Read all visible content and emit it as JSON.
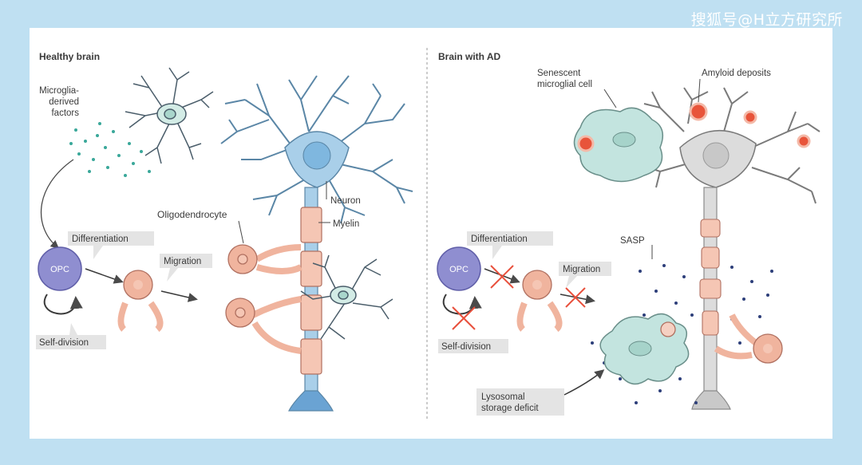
{
  "watermark": "搜狐号@H立方研究所",
  "healthy": {
    "title": "Healthy brain",
    "microglia_factors": [
      "Microglia-",
      "derived",
      "factors"
    ],
    "neuron": "Neuron",
    "myelin": "Myelin",
    "oligodendrocyte": "Oligodendrocyte",
    "opc": "OPC",
    "differentiation": "Differentiation",
    "migration": "Migration",
    "self_division": "Self-division"
  },
  "ad": {
    "title": "Brain with AD",
    "senescent": [
      "Senescent",
      "microglial cell"
    ],
    "amyloid": "Amyloid deposits",
    "sasp": "SASP",
    "opc": "OPC",
    "differentiation": "Differentiation",
    "migration": "Migration",
    "self_division": "Self-division",
    "lysosomal": [
      "Lysosomal",
      "storage deficit"
    ]
  },
  "colors": {
    "neuron_blue": "#a9cfe9",
    "neuron_grey": "#dcdcdc",
    "microglia": "#c3e4df",
    "oligo": "#f0b49e",
    "opc": "#8f8ed0",
    "amyloid": "#e8543a",
    "inhibit_x": "#e8503c"
  }
}
